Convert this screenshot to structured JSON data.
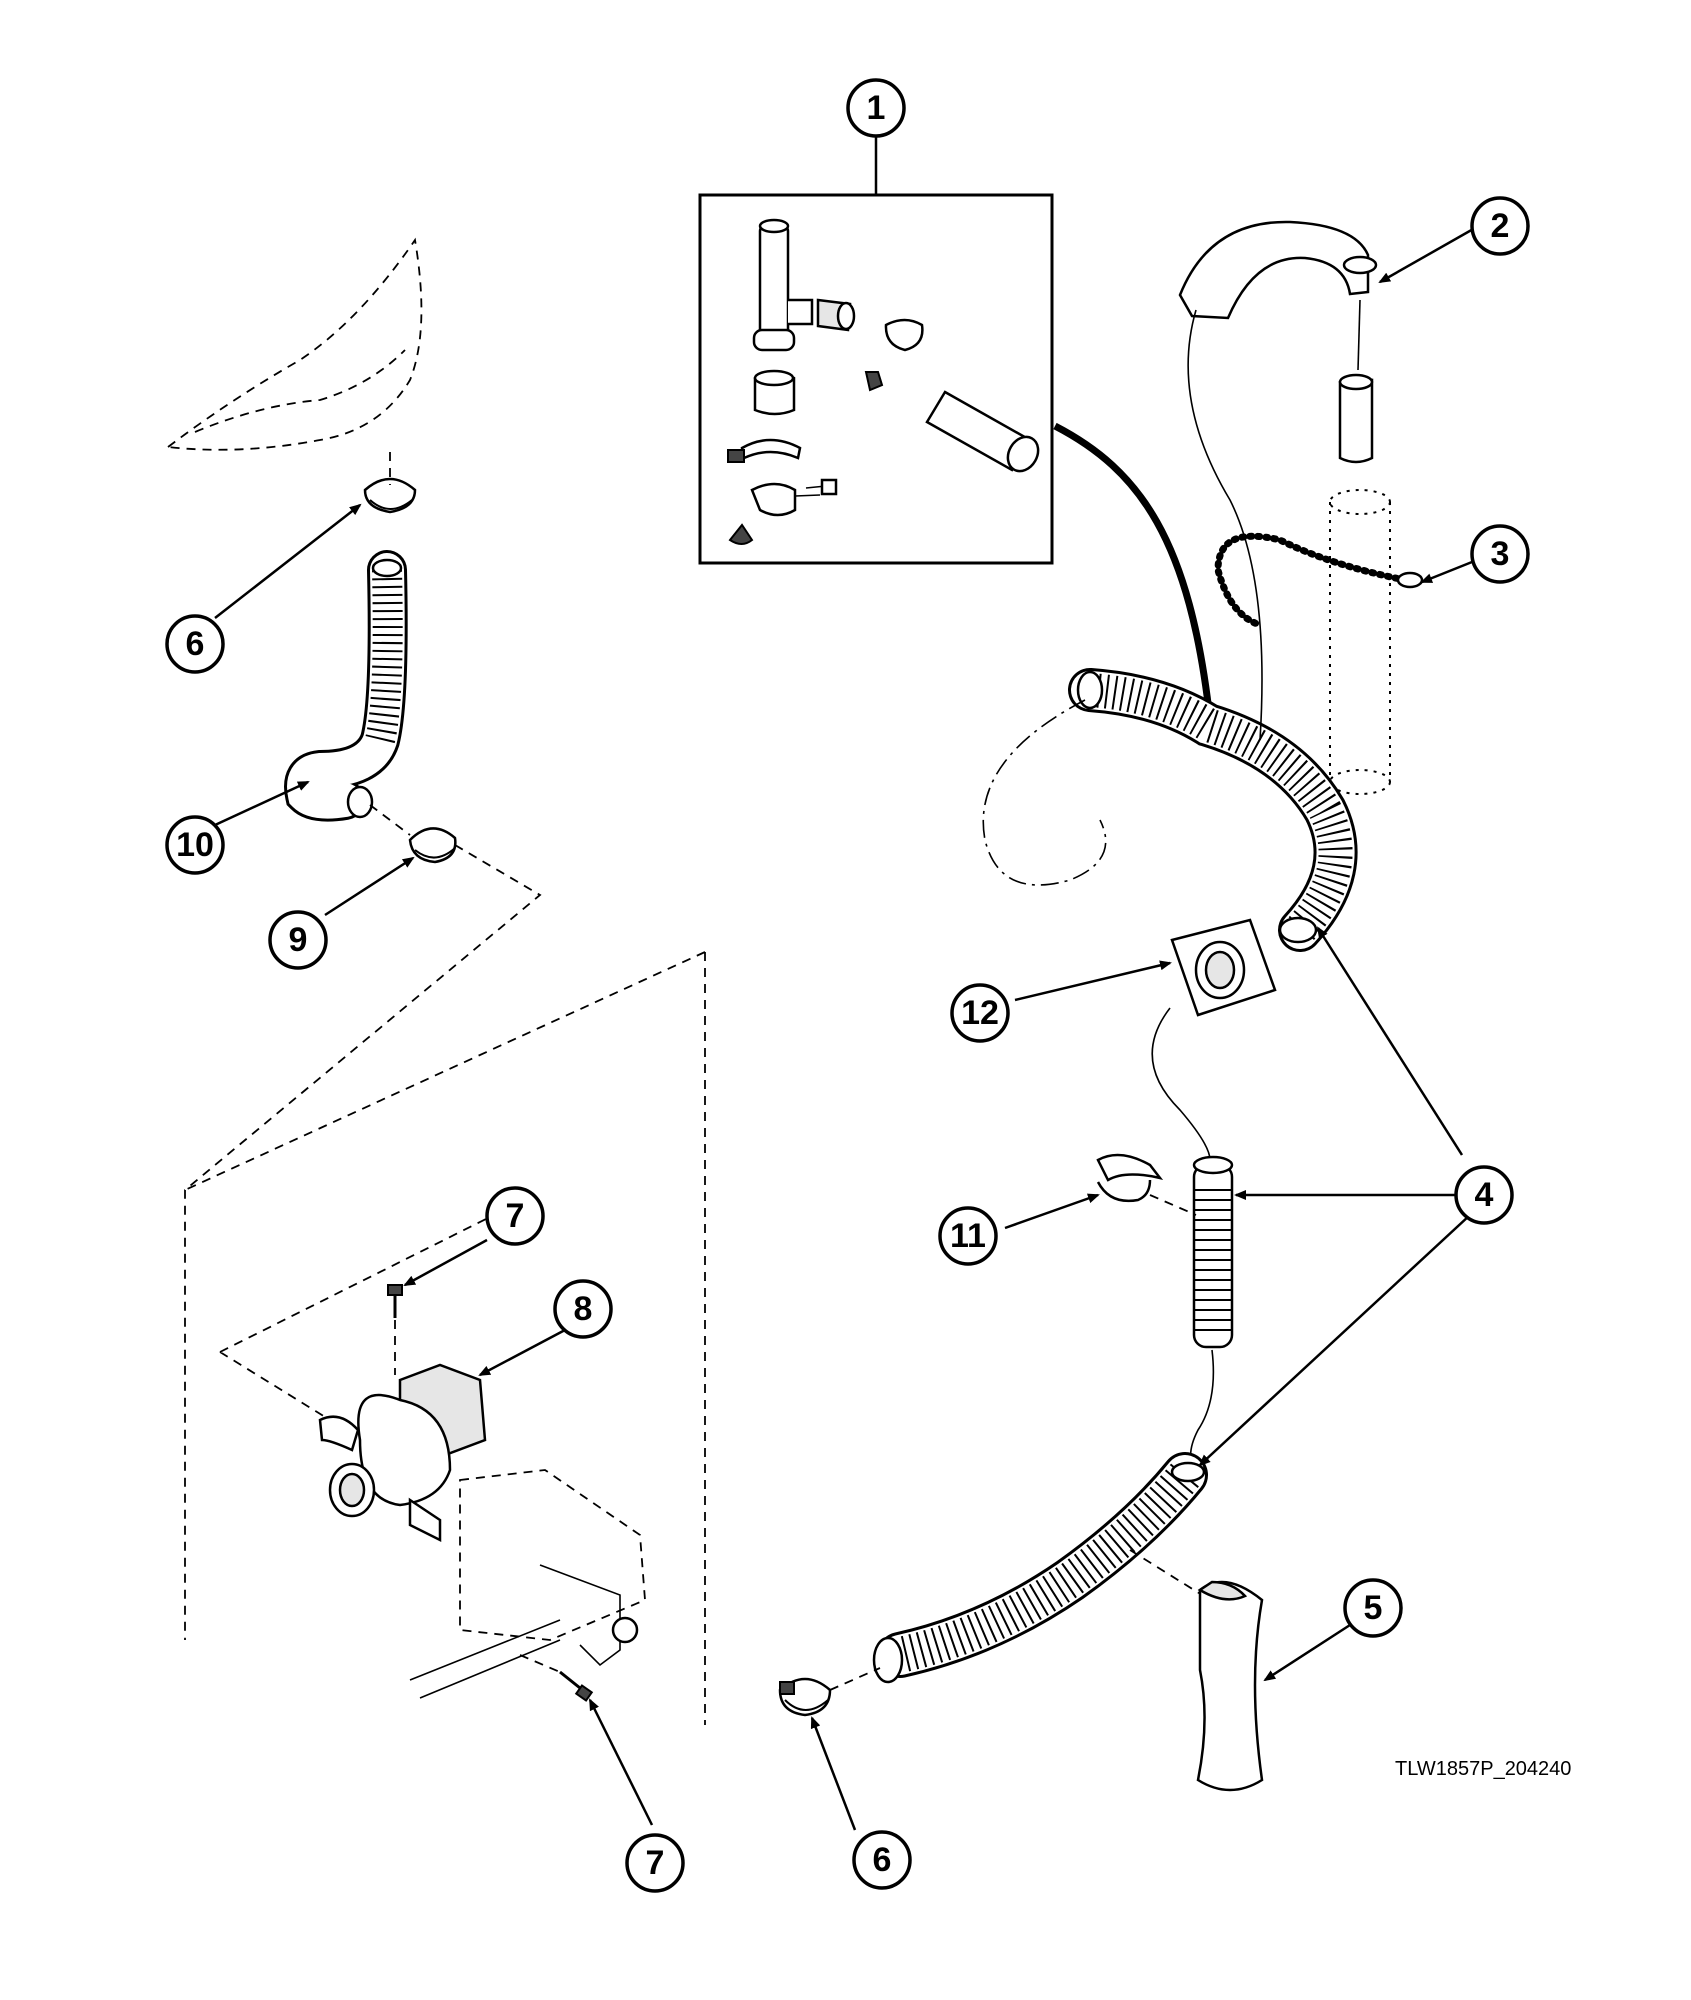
{
  "drawing_code": "TLW1857P_204240",
  "callouts": [
    {
      "label": "1"
    },
    {
      "label": "2"
    },
    {
      "label": "3"
    },
    {
      "label": "4"
    },
    {
      "label": "5"
    },
    {
      "label": "6"
    },
    {
      "label": "6"
    },
    {
      "label": "7"
    },
    {
      "label": "7"
    },
    {
      "label": "8"
    },
    {
      "label": "9"
    },
    {
      "label": "10"
    },
    {
      "label": "11"
    },
    {
      "label": "12"
    }
  ]
}
